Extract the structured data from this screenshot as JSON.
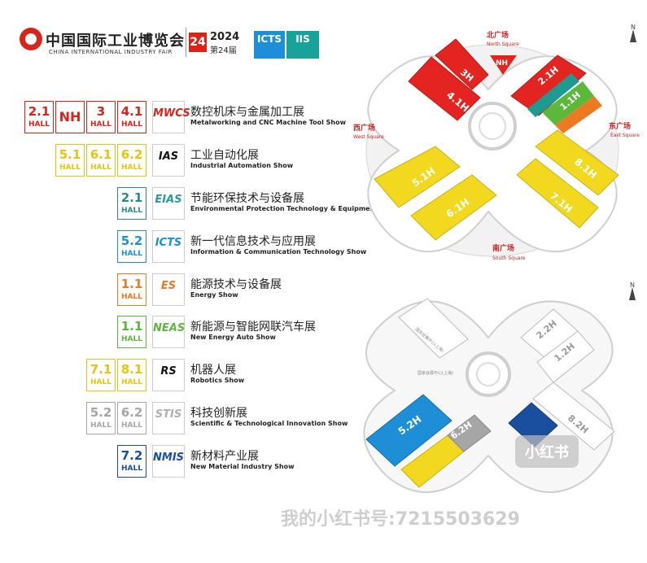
{
  "header": {
    "fair_name_cn": "中国国际工业博览会",
    "fair_name_en": "CHINA INTERNATIONAL INDUSTRY FAIR",
    "badge_number": "24",
    "year": "2024",
    "edition": "第24届",
    "logo_icts": "ICTS",
    "logo_iis": "IIS"
  },
  "hall_label": "HALL",
  "shows": [
    {
      "cn": "数控机床与金属加工展",
      "en": "Metalworking and CNC Machine Tool Show",
      "logo": "MWCS",
      "logo_color": "#d9241b",
      "halls": [
        {
          "num": "2.1",
          "label": true
        },
        {
          "num": "NH",
          "label": false
        },
        {
          "num": "3",
          "label": true
        },
        {
          "num": "4.1",
          "label": true
        }
      ],
      "hall_color": "#d9241b"
    },
    {
      "cn": "工业自动化展",
      "en": "Industrial Automation Show",
      "logo": "IAS",
      "logo_color": "#111111",
      "halls": [
        {
          "num": "5.1",
          "label": true
        },
        {
          "num": "6.1",
          "label": true
        },
        {
          "num": "6.2",
          "label": true
        }
      ],
      "hall_color": "#e8c40a"
    },
    {
      "cn": "节能环保技术与设备展",
      "en": "Environmental Protection Technology & Equipment Show",
      "logo": "EIAS",
      "logo_color": "#2a9a9a",
      "halls": [
        {
          "num": "2.1",
          "label": true
        }
      ],
      "hall_color": "#2a8a8a"
    },
    {
      "cn": "新一代信息技术与应用展",
      "en": "Information & Communication Technology Show",
      "logo": "ICTS",
      "logo_color": "#1e8fd6",
      "halls": [
        {
          "num": "5.2",
          "label": true
        }
      ],
      "hall_color": "#1e8fd6"
    },
    {
      "cn": "能源技术与设备展",
      "en": "Energy Show",
      "logo": "ES",
      "logo_color": "#ec7a22",
      "halls": [
        {
          "num": "1.1",
          "label": true
        }
      ],
      "hall_color": "#ec7a22"
    },
    {
      "cn": "新能源与智能网联汽车展",
      "en": "New Energy Auto Show",
      "logo": "NEAS",
      "logo_color": "#5cb83a",
      "halls": [
        {
          "num": "1.1",
          "label": true
        }
      ],
      "hall_color": "#5cb83a"
    },
    {
      "cn": "机器人展",
      "en": "Robotics Show",
      "logo": "RS",
      "logo_color": "#111111",
      "halls": [
        {
          "num": "7.1",
          "label": true
        },
        {
          "num": "8.1",
          "label": true
        }
      ],
      "hall_color": "#e8c40a"
    },
    {
      "cn": "科技创新展",
      "en": "Scientific & Technological Innovation Show",
      "logo": "STIS",
      "logo_color": "#b0b0b0",
      "halls": [
        {
          "num": "5.2",
          "label": true
        },
        {
          "num": "6.2",
          "label": true
        }
      ],
      "hall_color": "#a6a6a6"
    },
    {
      "cn": "新材料产业展",
      "en": "New Material Industry Show",
      "logo": "NMIS",
      "logo_color": "#1a4fa0",
      "halls": [
        {
          "num": "7.2",
          "label": true
        }
      ],
      "hall_color": "#1a4fa0"
    }
  ],
  "map_top": {
    "halls": [
      "3H",
      "NH",
      "4.1H",
      "2.1H",
      "1.1H",
      "5.1H",
      "6.1H",
      "8.1H",
      "7.1H"
    ],
    "north_cn": "北广场",
    "north_en": "North Square",
    "east_cn": "东广场",
    "east_en": "East Square",
    "west_cn": "西广场",
    "west_en": "West Square",
    "south_cn": "南广场",
    "south_en": "South Square",
    "compass": "N"
  },
  "map_bottom": {
    "halls": [
      "2.2H",
      "1.2H",
      "5.2H",
      "6.2H",
      "8.2H"
    ],
    "center_label_1": "国家会展中心(上海)",
    "center_label_2": "国家会展中心(上海)",
    "compass": "N"
  },
  "watermark": "我的小红书号:7215503629",
  "watermark_badge": "小红书"
}
